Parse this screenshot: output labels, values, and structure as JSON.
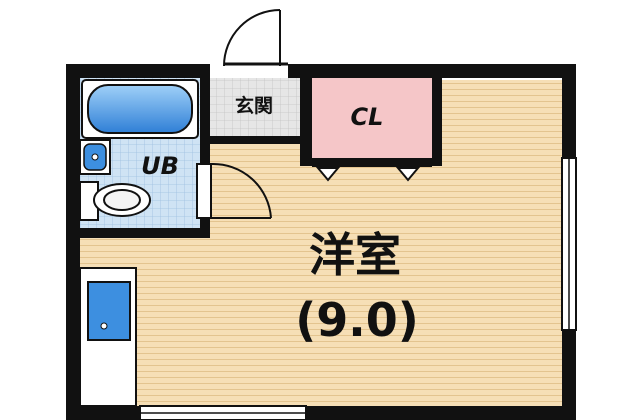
{
  "rooms": {
    "genkan": "玄関",
    "closet": "CL",
    "bath": "UB",
    "main": "洋室",
    "main_size": "(9.0)"
  },
  "colors": {
    "wall": "#111111",
    "floor": "#f6dfb6",
    "floor_line": "#e3c48f",
    "tile": "#cfe3f4",
    "tile_line": "#9dbfe0",
    "tile_genkan": "#e6e6e6",
    "closet": "#f5c6c8",
    "fixture": "#3d8fe0"
  }
}
